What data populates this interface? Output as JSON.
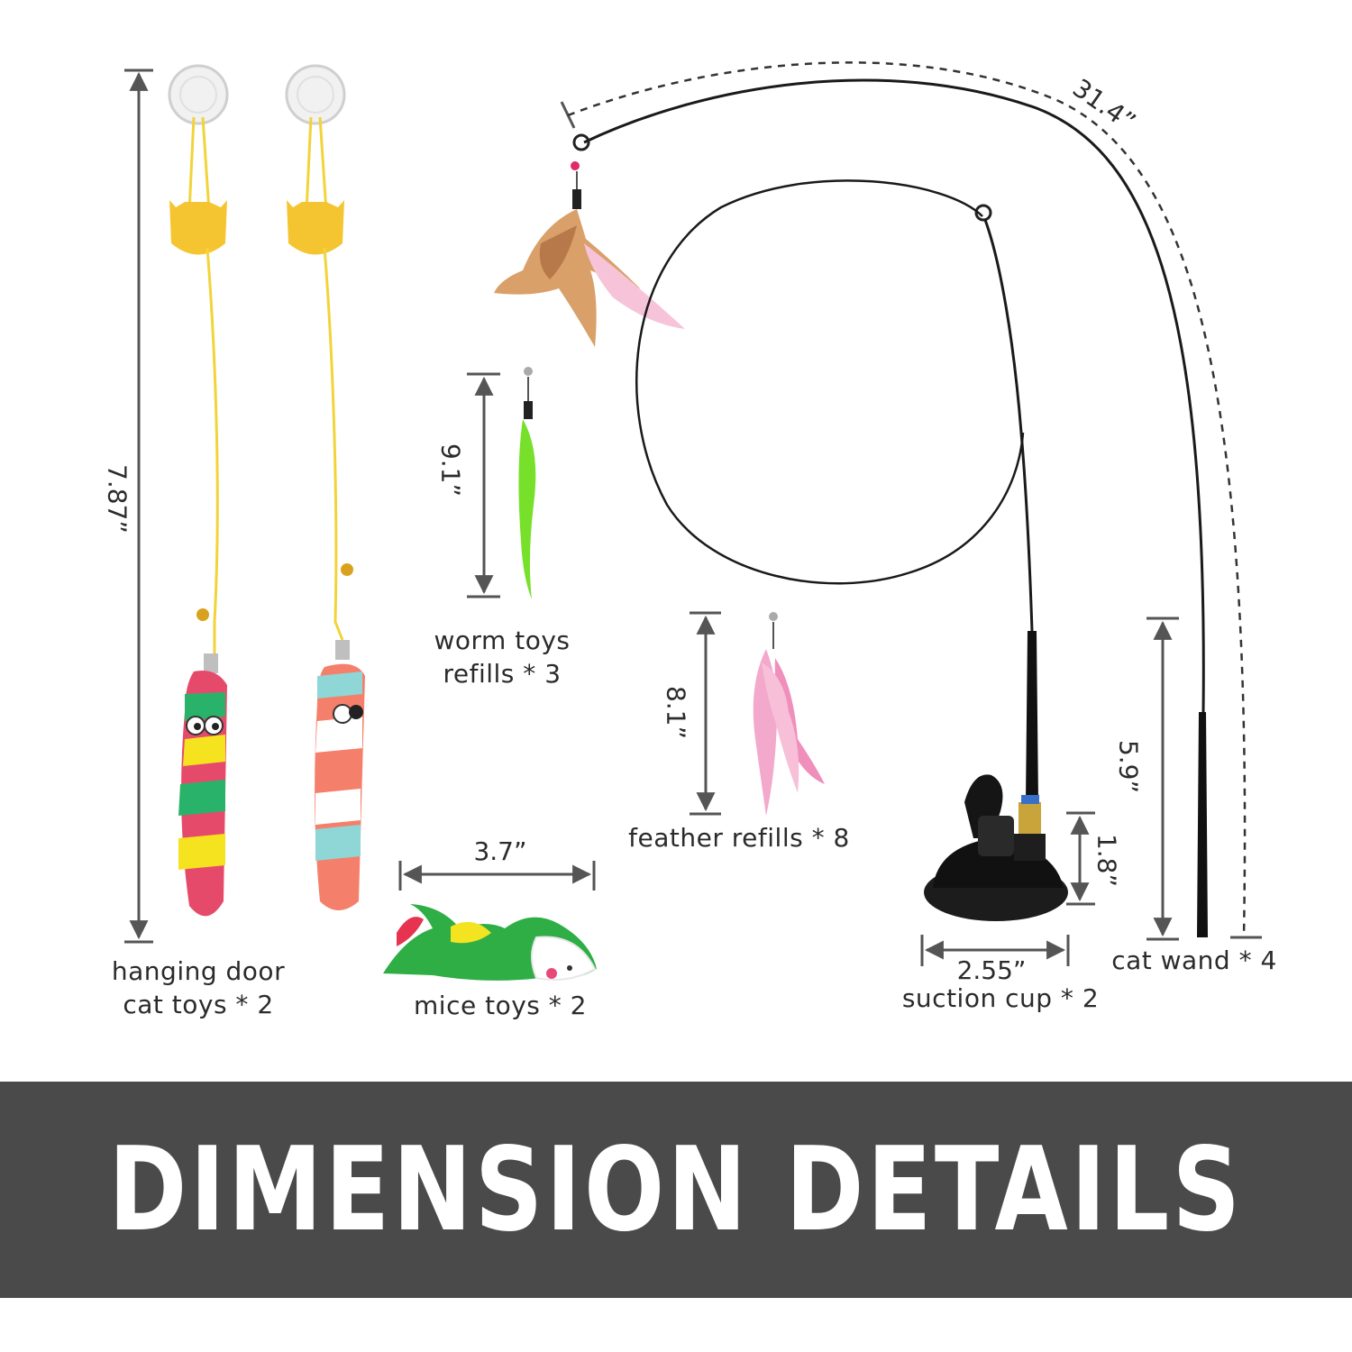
{
  "products": {
    "hanging_door": {
      "line1": "hanging door",
      "line2": "cat toys * 2",
      "height": "7.87”"
    },
    "worm": {
      "line1": "worm toys",
      "line2": "refills * 3",
      "height": "9.1”"
    },
    "mice": {
      "label": "mice toys * 2",
      "width": "3.7”"
    },
    "feather": {
      "label": "feather refills * 8",
      "height": "8.1”"
    },
    "suction": {
      "label": "suction cup * 2",
      "width": "2.55”",
      "height": "1.8”"
    },
    "wand": {
      "label": "cat wand * 4",
      "length": "31.4”",
      "height": "5.9”"
    }
  },
  "banner": {
    "title": "DIMENSION DETAILS"
  },
  "colors": {
    "banner": "#4a4a4a",
    "text": "#2b2b2b",
    "arrow": "#555555",
    "yellow": "#f5c531"
  }
}
